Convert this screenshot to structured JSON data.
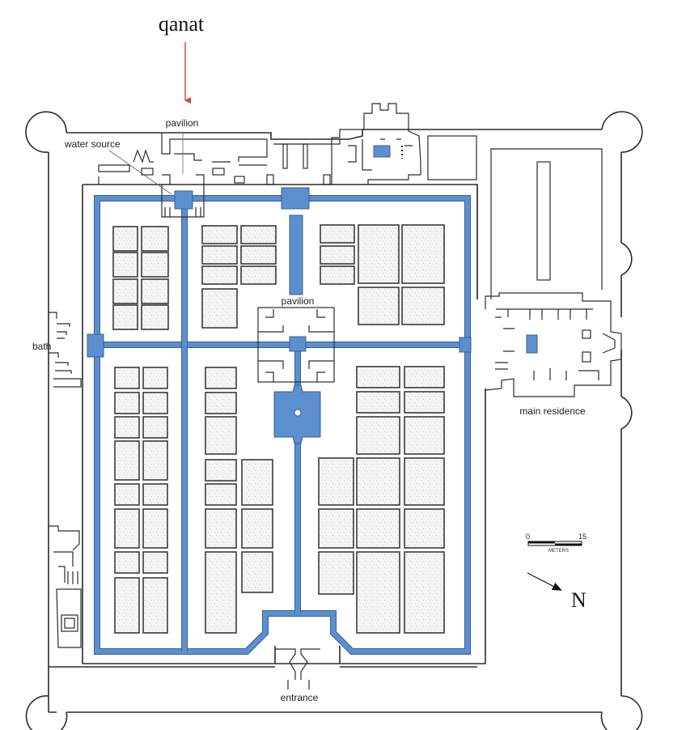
{
  "title": "qanat",
  "annotation_color": "#e03a2f",
  "water_color": "#5b8fd0",
  "labels": {
    "pavilion_top": "pavilion",
    "water_source": "water source",
    "pavilion_center": "pavilion",
    "bath": "bath",
    "main_residence": "main residence",
    "entrance": "entrance"
  },
  "scale_bar": {
    "start": "0",
    "end": "15",
    "unit": "METERS"
  },
  "north_label": "N"
}
